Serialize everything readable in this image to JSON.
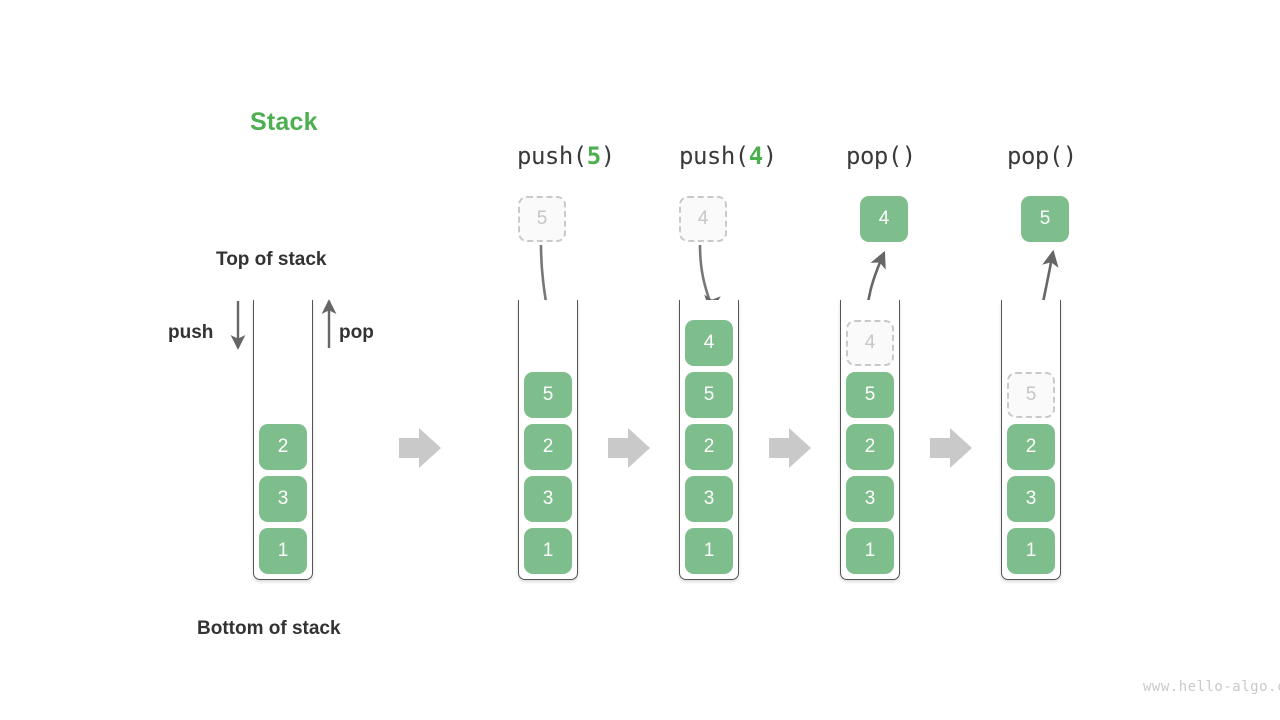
{
  "page": {
    "title": "Stack",
    "title_color": "#4CAF50",
    "watermark": "www.hello-algo.com",
    "background": "#ffffff",
    "element_color": "#7EBE8C",
    "ghost_color": "#c9c9c9",
    "arrow_color": "#666666",
    "transition_arrow_color": "#c9c9c9"
  },
  "annotations": {
    "top_of_stack": "Top of stack",
    "bottom_of_stack": "Bottom of stack",
    "push": "push",
    "pop": "pop"
  },
  "initial_stack": {
    "name": "initial",
    "elements": [
      "2",
      "3",
      "1"
    ],
    "top_to_bottom": true
  },
  "steps": [
    {
      "op_prefix": "push(",
      "op_arg": "5",
      "op_suffix": ")",
      "op_label": "push(5)",
      "kind": "push",
      "floating_value": "5",
      "floating_style": "ghost",
      "stack_elements": [
        "5",
        "2",
        "3",
        "1"
      ],
      "ghost_in_stack": null
    },
    {
      "op_prefix": "push(",
      "op_arg": "4",
      "op_suffix": ")",
      "op_label": "push(4)",
      "kind": "push",
      "floating_value": "4",
      "floating_style": "ghost",
      "stack_elements": [
        "4",
        "5",
        "2",
        "3",
        "1"
      ],
      "ghost_in_stack": null
    },
    {
      "op_prefix": "pop(",
      "op_arg": "",
      "op_suffix": ")",
      "op_label": "pop()",
      "kind": "pop",
      "floating_value": "4",
      "floating_style": "solid",
      "stack_elements": [
        "5",
        "2",
        "3",
        "1"
      ],
      "ghost_in_stack": "4"
    },
    {
      "op_prefix": "pop(",
      "op_arg": "",
      "op_suffix": ")",
      "op_label": "pop()",
      "kind": "pop",
      "floating_value": "5",
      "floating_style": "solid",
      "stack_elements": [
        "2",
        "3",
        "1"
      ],
      "ghost_in_stack": "5"
    }
  ],
  "transition_arrows": [
    "arrow-1",
    "arrow-2",
    "arrow-3",
    "arrow-4"
  ]
}
